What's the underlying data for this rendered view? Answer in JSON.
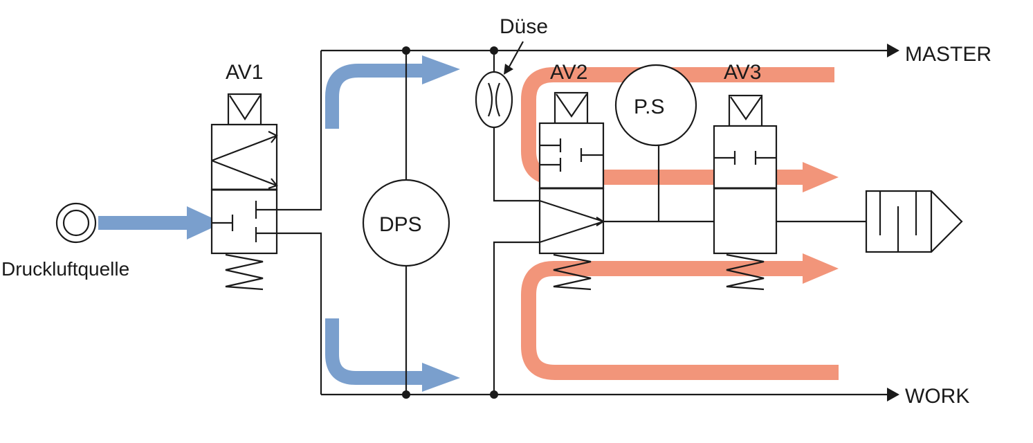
{
  "diagram": {
    "labels": {
      "source": "Druckluftquelle",
      "valve1": "AV1",
      "valve2": "AV2",
      "valve3": "AV3",
      "sensor_dps": "DPS",
      "sensor_ps": "P.S",
      "nozzle": "Düse",
      "out_master": "MASTER",
      "out_work": "WORK"
    },
    "colors": {
      "line": "#1a1a1a",
      "supply_flow": "#7a9fcd",
      "exhaust_flow": "#f2957a",
      "background": "#ffffff"
    }
  }
}
